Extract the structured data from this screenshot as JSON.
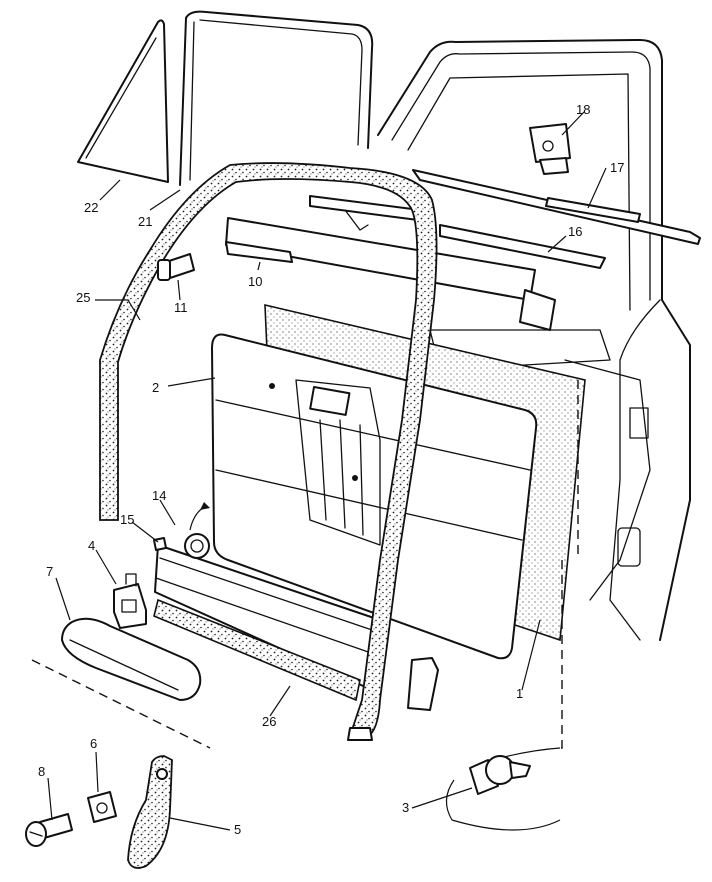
{
  "diagram": {
    "callouts": [
      {
        "id": "22",
        "label": "22"
      },
      {
        "id": "21",
        "label": "21"
      },
      {
        "id": "25",
        "label": "25"
      },
      {
        "id": "11",
        "label": "11"
      },
      {
        "id": "10",
        "label": "10"
      },
      {
        "id": "18",
        "label": "18"
      },
      {
        "id": "17",
        "label": "17"
      },
      {
        "id": "16",
        "label": "16"
      },
      {
        "id": "2",
        "label": "2"
      },
      {
        "id": "14",
        "label": "14"
      },
      {
        "id": "15",
        "label": "15"
      },
      {
        "id": "4",
        "label": "4"
      },
      {
        "id": "7",
        "label": "7"
      },
      {
        "id": "26",
        "label": "26"
      },
      {
        "id": "1",
        "label": "1"
      },
      {
        "id": "6",
        "label": "6"
      },
      {
        "id": "8",
        "label": "8"
      },
      {
        "id": "5",
        "label": "5"
      },
      {
        "id": "3",
        "label": "3"
      }
    ]
  }
}
